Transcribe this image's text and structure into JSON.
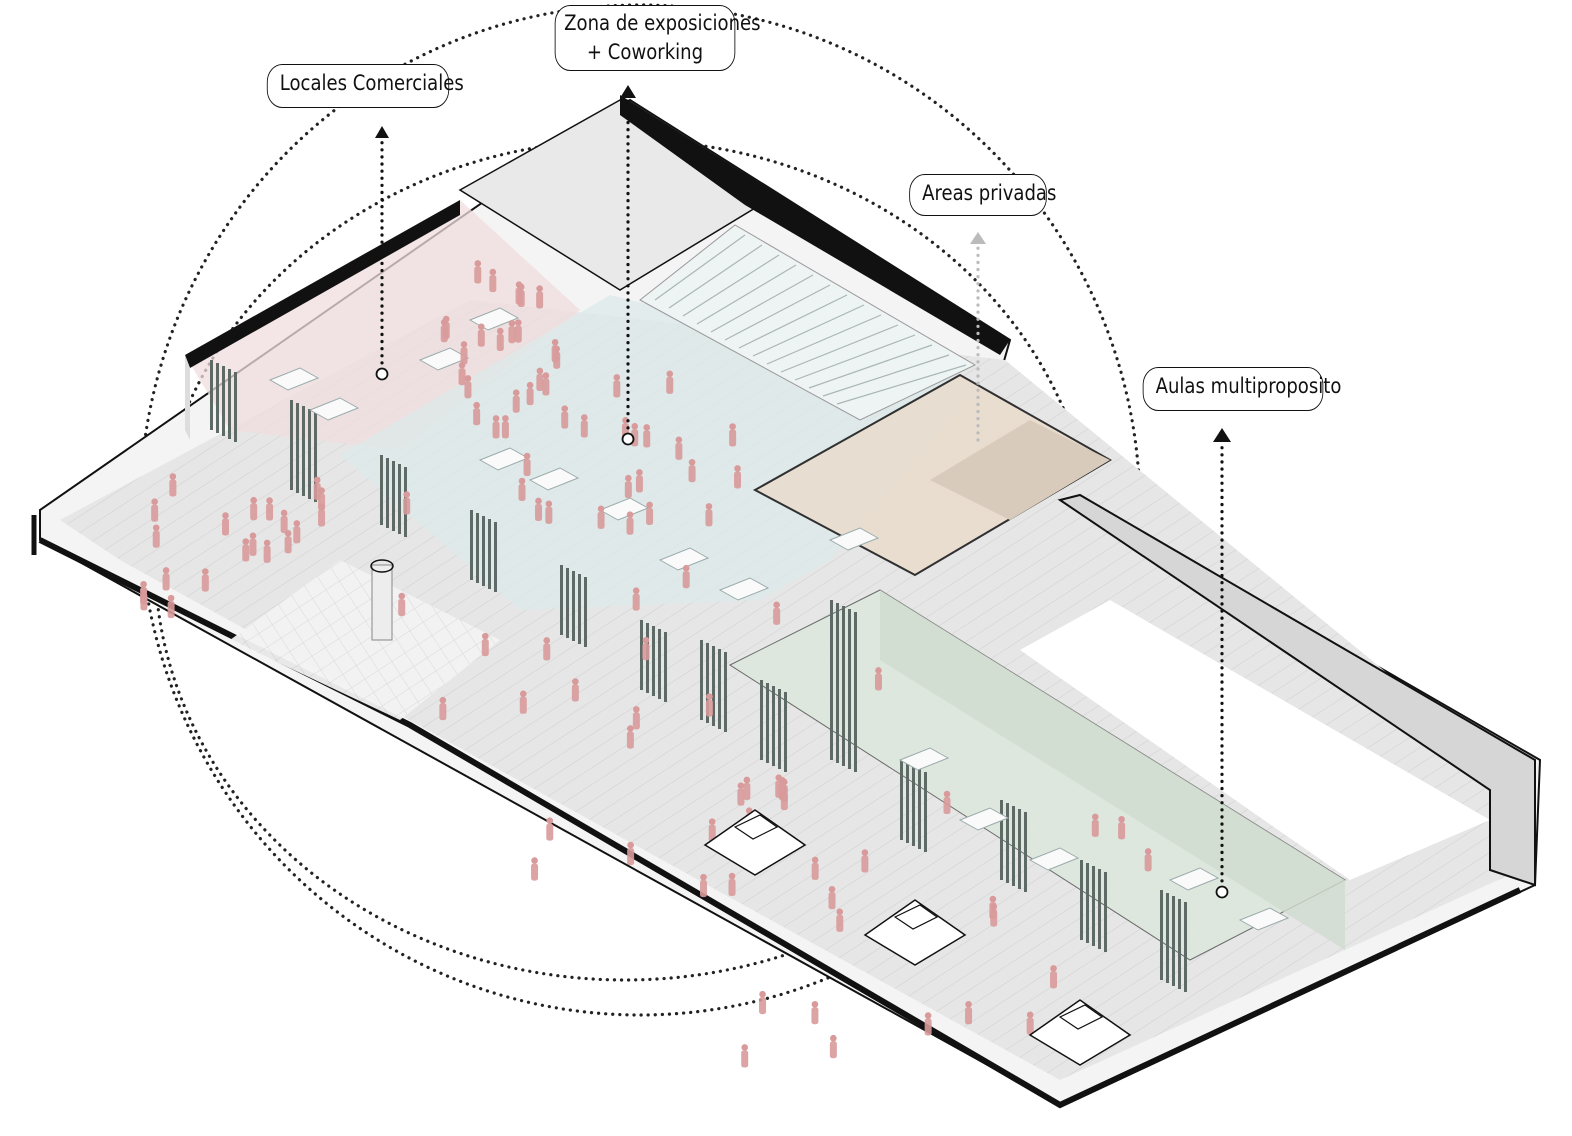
{
  "labels": {
    "exposiciones": {
      "line1": "Zona de exposiciones",
      "line2": "+ Coworking"
    },
    "locales": "Locales Comerciales",
    "privadas": "Areas privadas",
    "aulas": "Aulas multiproposito"
  },
  "colors": {
    "background": "#ffffff",
    "outline": "#111111",
    "floor": "#e7e7e7",
    "commercial_zone": "#f1d9d9",
    "exhibition_zone": "#dfeceb",
    "private_zone": "#ede0d2",
    "classroom_zone": "#dfe9df",
    "people": "#d89a9a"
  },
  "icons": [
    "dotted-ring",
    "leader-arrow",
    "leader-dot",
    "person-figure",
    "table-figure",
    "skylight-pyramid",
    "column"
  ]
}
